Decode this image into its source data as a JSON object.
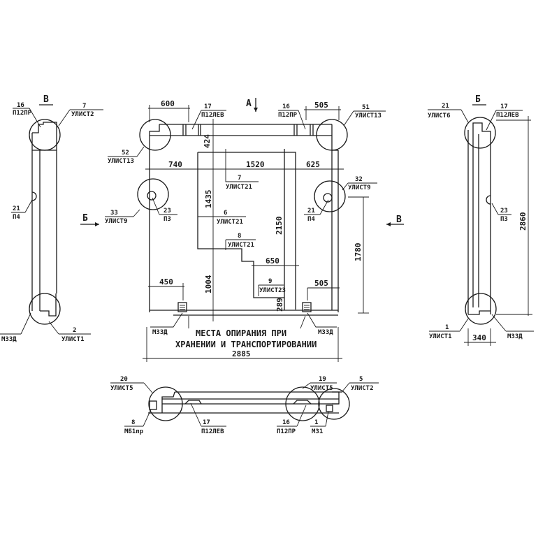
{
  "drawing": {
    "views": {
      "left_view": {
        "section_label": "В",
        "callouts": [
          {
            "num": "16",
            "ref": "П12ПР"
          },
          {
            "num": "7",
            "ref": "УЛИСТ2"
          },
          {
            "num": "21",
            "ref": "П4"
          },
          {
            "num": "2",
            "ref": "УЛИСТ1"
          },
          {
            "num": "",
            "ref": "М33Д"
          }
        ]
      },
      "main_view": {
        "view_label": "А",
        "section_arrows": [
          "Б",
          "В"
        ],
        "dimensions": {
          "top_left": "600",
          "top_right": "505",
          "depth_top": "424",
          "row_740": "740",
          "row_1520": "1520",
          "row_625": "625",
          "h_1435": "1435",
          "h_2150": "2150",
          "h_1780": "1780",
          "w_650": "650",
          "h_1004": "1004",
          "h_289": "289",
          "bottom_left": "450",
          "bottom_right": "505",
          "overall": "2885"
        },
        "callouts": [
          {
            "num": "17",
            "ref": "П12ЛЕВ"
          },
          {
            "num": "16",
            "ref": "П12ПР"
          },
          {
            "num": "51",
            "ref": "УЛИСТ13"
          },
          {
            "num": "52",
            "ref": "УЛИСТ13"
          },
          {
            "num": "7",
            "ref": "УЛИСТ21"
          },
          {
            "num": "32",
            "ref": "УЛИСТ9"
          },
          {
            "num": "33",
            "ref": "УЛИСТ9"
          },
          {
            "num": "23",
            "ref": "П3"
          },
          {
            "num": "6",
            "ref": "УЛИСТ21"
          },
          {
            "num": "21",
            "ref": "П4"
          },
          {
            "num": "8",
            "ref": "УЛИСТ21"
          },
          {
            "num": "9",
            "ref": "УЛИСТ23"
          }
        ],
        "anchor_labels": [
          "М33Д",
          "М33Д"
        ],
        "note_line1": "МЕСТА ОПИРАНИЯ ПРИ",
        "note_line2": "ХРАНЕНИИ И ТРАНСПОРТИРОВАНИИ"
      },
      "right_view": {
        "section_label": "Б",
        "callouts": [
          {
            "num": "21",
            "ref": "УЛИСТ6"
          },
          {
            "num": "17",
            "ref": "П12ЛЕВ"
          },
          {
            "num": "23",
            "ref": "П3"
          },
          {
            "num": "1",
            "ref": "УЛИСТ1"
          },
          {
            "num": "",
            "ref": "М33Д"
          }
        ],
        "dimensions": {
          "height": "2860",
          "width": "340"
        }
      },
      "bottom_view": {
        "callouts": [
          {
            "num": "20",
            "ref": "УЛИСТ5"
          },
          {
            "num": "8",
            "ref": "МБ1пр"
          },
          {
            "num": "17",
            "ref": "П12ЛЕВ"
          },
          {
            "num": "19",
            "ref": "УЛИСТ5"
          },
          {
            "num": "5",
            "ref": "УЛИСТ2"
          },
          {
            "num": "16",
            "ref": "П12ПР"
          },
          {
            "num": "1",
            "ref": "М31"
          }
        ]
      }
    }
  }
}
